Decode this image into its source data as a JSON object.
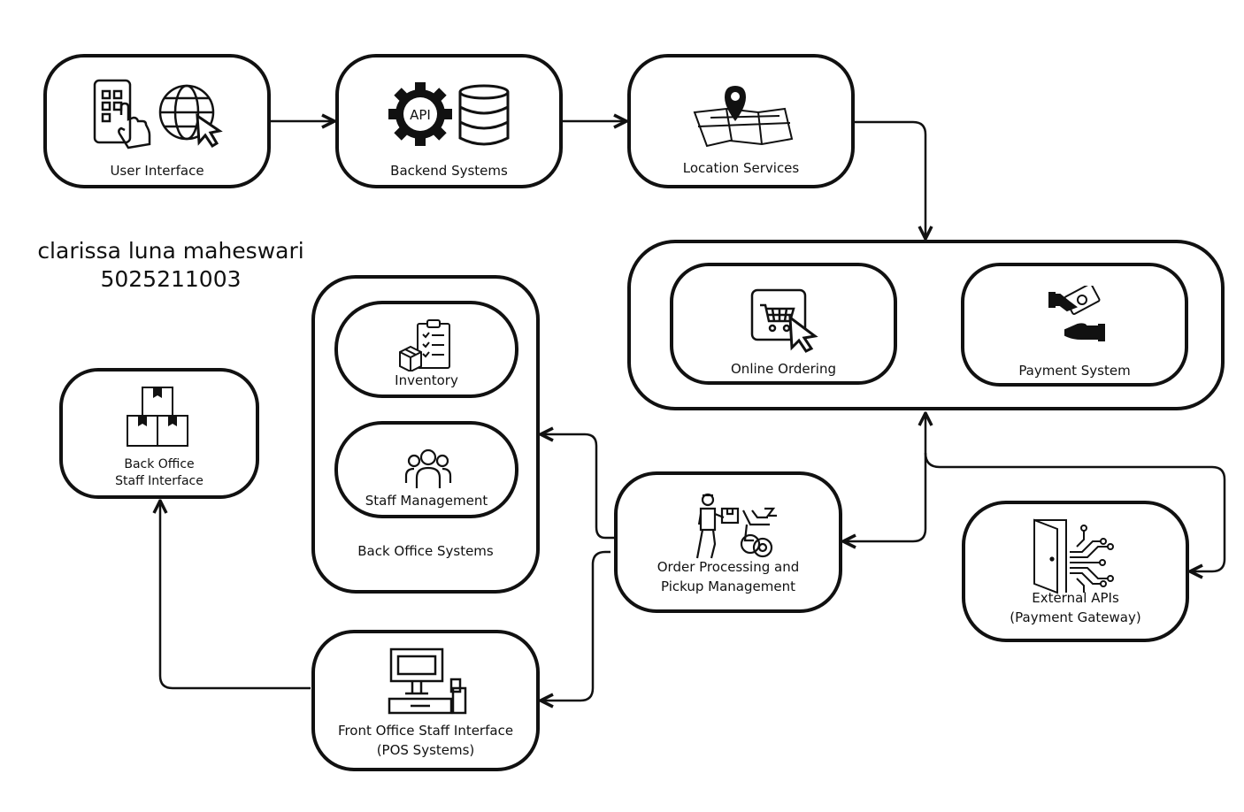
{
  "nodes": {
    "user_interface": "User Interface",
    "backend_systems": "Backend Systems",
    "api_badge": "API",
    "location_services": "Location Services",
    "online_ordering": "Online Ordering",
    "payment_system": "Payment System",
    "inventory": "Inventory",
    "staff_management": "Staff Management",
    "back_office_systems": "Back Office Systems",
    "back_office_staff_line1": "Back Office",
    "back_office_staff_line2": "Staff Interface",
    "order_processing_line1": "Order Processing and",
    "order_processing_line2": "Pickup Management",
    "external_apis_line1": "External APIs",
    "external_apis_line2": "(Payment Gateway)",
    "front_office_line1": "Front Office Staff Interface",
    "front_office_line2": "(POS Systems)"
  },
  "author": {
    "name": "clarissa luna maheswari",
    "id": "5025211003"
  },
  "icons": [
    "tablet-touch-icon",
    "globe-cursor-icon",
    "api-gear-icon",
    "database-icon",
    "map-pin-icon",
    "shopping-cart-icon",
    "payment-hands-icon",
    "inventory-clipboard-icon",
    "staff-group-icon",
    "boxes-icon",
    "delivery-person-icon",
    "door-circuit-icon",
    "pos-terminal-icon"
  ],
  "colors": {
    "stroke": "#111111",
    "background": "#ffffff"
  }
}
